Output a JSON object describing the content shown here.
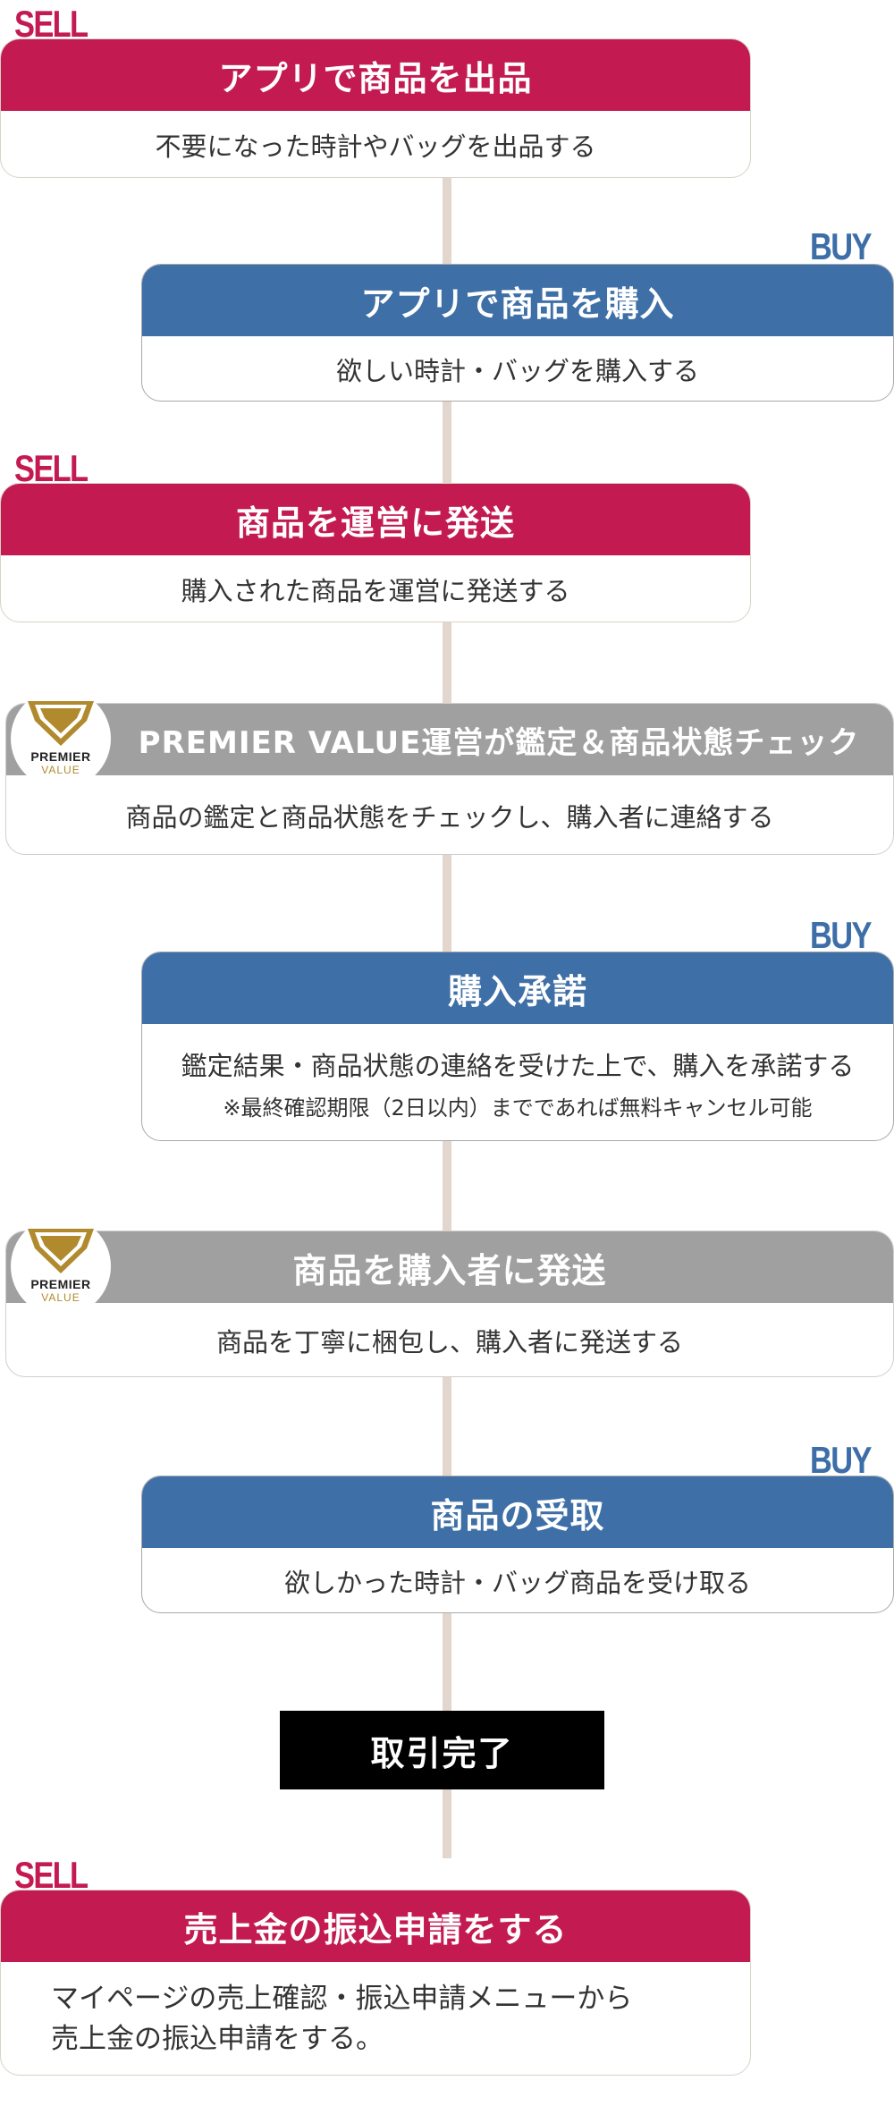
{
  "tags": {
    "sell": "SELL",
    "buy": "BUY"
  },
  "logo": {
    "brand": "PREMIER",
    "sub": "VALUE"
  },
  "steps": [
    {
      "actor": "SELL",
      "title": "アプリで商品を出品",
      "desc": "不要になった時計やバッグを出品する"
    },
    {
      "actor": "BUY",
      "title": "アプリで商品を購入",
      "desc": "欲しい時計・バッグを購入する"
    },
    {
      "actor": "SELL",
      "title": "商品を運営に発送",
      "desc": "購入された商品を運営に発送する"
    },
    {
      "actor": "PREMIER VALUE",
      "title": "PREMIER VALUE運営が鑑定＆商品状態チェック",
      "desc": "商品の鑑定と商品状態をチェックし、購入者に連絡する"
    },
    {
      "actor": "BUY",
      "title": "購入承諾",
      "desc": "鑑定結果・商品状態の連絡を受けた上で、購入を承諾する",
      "note": "※最終確認期限（2日以内）までであれば無料キャンセル可能"
    },
    {
      "actor": "PREMIER VALUE",
      "title": "商品を購入者に発送",
      "desc": "商品を丁寧に梱包し、購入者に発送する"
    },
    {
      "actor": "BUY",
      "title": "商品の受取",
      "desc": "欲しかった時計・バッグ商品を受け取る"
    },
    {
      "actor": "SELL",
      "title": "売上金の振込申請をする",
      "desc_line1": "マイページの売上確認・振込申請メニューから",
      "desc_line2": "売上金の振込申請をする。"
    }
  ],
  "complete": "取引完了",
  "colors": {
    "sell": "#c31a52",
    "buy": "#3e6fa7",
    "pv": "#a0a0a0",
    "line": "#e3d7cd",
    "gold": "#b08a2c"
  }
}
